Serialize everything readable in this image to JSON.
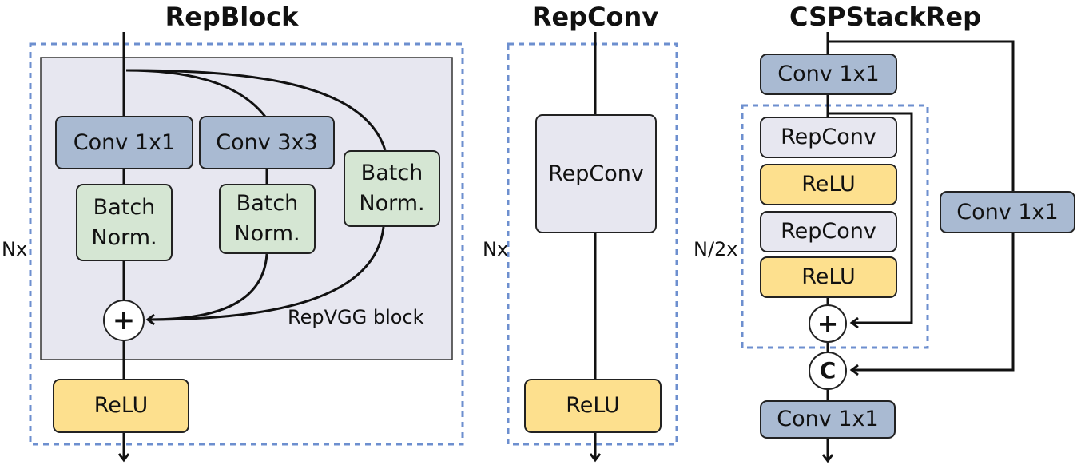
{
  "diagram": {
    "colors": {
      "conv": "#a9bad2",
      "batchnorm": "#d5e6d3",
      "relu": "#fde08e",
      "repconv": "#e7e7f0",
      "region": "#e7e7f0",
      "dashed_border": "#6d8fcf",
      "line": "#111111"
    },
    "repblock": {
      "title": "RepBlock",
      "repeat_label": "Nx",
      "region_label": "RepVGG block",
      "conv1": "Conv 1x1",
      "conv3": "Conv 3x3",
      "bn1": "Batch\nNorm.",
      "bn2": "Batch\nNorm.",
      "bn3": "Batch\nNorm.",
      "add": "+",
      "relu": "ReLU"
    },
    "repconv": {
      "title": "RepConv",
      "repeat_label": "Nx",
      "block": "RepConv",
      "relu": "ReLU"
    },
    "cspstackrep": {
      "title": "CSPStackRep",
      "repeat_label": "N/2x",
      "conv_top": "Conv 1x1",
      "repconv1": "RepConv",
      "relu1": "ReLU",
      "repconv2": "RepConv",
      "relu2": "ReLU",
      "add": "+",
      "concat": "C",
      "conv_side": "Conv 1x1",
      "conv_bottom": "Conv 1x1"
    }
  }
}
